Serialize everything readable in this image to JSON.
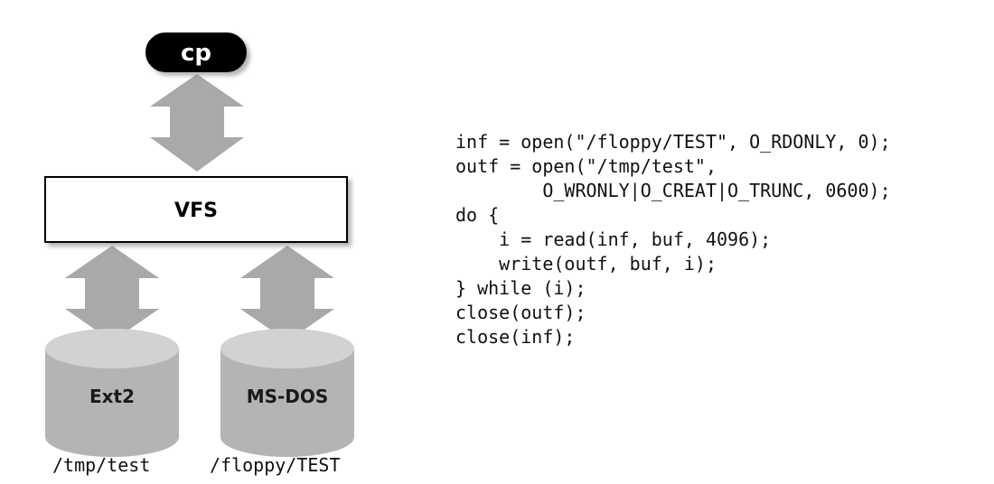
{
  "diagram": {
    "process_label": "cp",
    "vfs_label": "VFS",
    "filesystems": [
      {
        "label": "Ext2",
        "path": "/tmp/test"
      },
      {
        "label": "MS-DOS",
        "path": "/floppy/TEST"
      }
    ]
  },
  "code": {
    "lines": [
      "inf = open(\"/floppy/TEST\", O_RDONLY, 0);",
      "outf = open(\"/tmp/test\",",
      "        O_WRONLY|O_CREAT|O_TRUNC, 0600);",
      "do {",
      "    i = read(inf, buf, 4096);",
      "    write(outf, buf, i);",
      "} while (i);",
      "close(outf);",
      "close(inf);"
    ]
  },
  "colors": {
    "arrow_fill": "#a9a9a9",
    "cylinder_body": "#b4b4b4",
    "cylinder_top": "#d2d2d2",
    "pill_fill": "#000000",
    "pill_text": "#ffffff",
    "box_fill": "#ffffff",
    "stroke": "#000000"
  }
}
